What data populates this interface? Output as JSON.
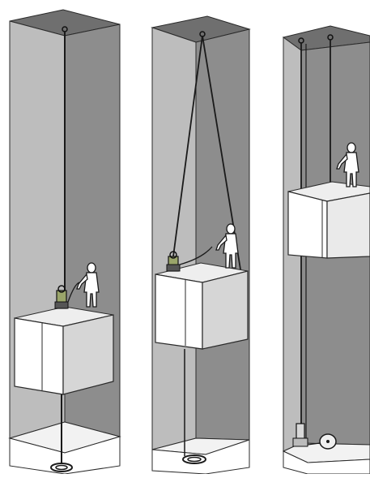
{
  "figure": {
    "panels": [
      {
        "id": "hoist-at-pit",
        "description_visible_text": ""
      },
      {
        "id": "hoist-mid-shaft",
        "description_visible_text": ""
      },
      {
        "id": "hoist-near-top",
        "description_visible_text": ""
      }
    ]
  },
  "colors": {
    "shaft_back": "#8a8a8a",
    "shaft_left": "#a9a9a9",
    "shaft_top": "#6f6f6f",
    "car_front": "#ffffff",
    "car_side": "#d8d8d8",
    "car_top": "#eeeeee",
    "line": "#2a2a2a",
    "floor": "#f4f4f4"
  },
  "icons": [
    "person-figure",
    "winch-hoist",
    "rope-coil",
    "pulley-sheave"
  ]
}
